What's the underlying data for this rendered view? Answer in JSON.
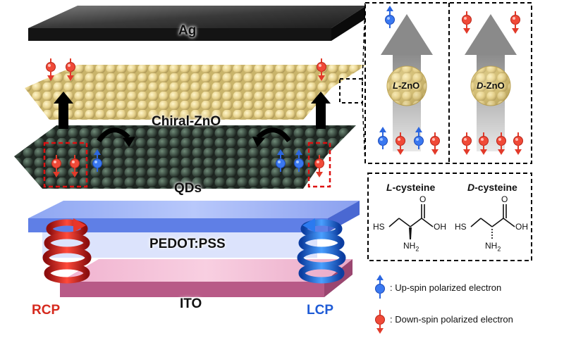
{
  "layers": {
    "ag": "Ag",
    "zno": "Chiral-ZnO",
    "qds": "QDs",
    "pedot": "PEDOT:PSS",
    "ito": "ITO"
  },
  "polarization": {
    "left": "RCP",
    "right": "LCP",
    "left_color": "#d62a1e",
    "right_color": "#1e5bd6"
  },
  "inset_panels": [
    {
      "prefix": "L",
      "suffix": "-ZnO"
    },
    {
      "prefix": "D",
      "suffix": "-ZnO"
    }
  ],
  "molecules": [
    {
      "prefix": "L",
      "suffix": "-cysteine"
    },
    {
      "prefix": "D",
      "suffix": "-cysteine"
    }
  ],
  "chem_labels": {
    "hs": "HS",
    "oh": "OH",
    "o": "O",
    "nh": "NH",
    "sub": "2"
  },
  "legend": [
    {
      "icon": "up-spin-icon",
      "text": ": Up-spin polarized electron",
      "color": "#2b66e0"
    },
    {
      "icon": "down-spin-icon",
      "text": ": Down-spin polarized electron",
      "color": "#e23a2a"
    }
  ],
  "colors": {
    "spin_up": "#2b66e0",
    "spin_down": "#e23a2a",
    "zno": "#e3cf82",
    "qd": "#2f3b33"
  }
}
